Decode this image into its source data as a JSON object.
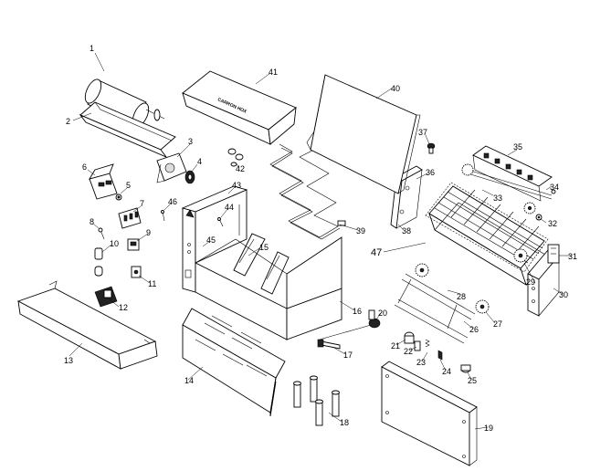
{
  "diagram": {
    "type": "exploded-parts-view",
    "part_numbers": [
      "1",
      "2",
      "3",
      "4",
      "5",
      "6",
      "7",
      "8",
      "9",
      "10",
      "11",
      "12",
      "13",
      "14",
      "15",
      "16",
      "17",
      "18",
      "19",
      "20",
      "21",
      "22",
      "23",
      "24",
      "25",
      "26",
      "27",
      "28",
      "29",
      "30",
      "31",
      "32",
      "33",
      "34",
      "35",
      "36",
      "37",
      "38",
      "39",
      "40",
      "41",
      "42",
      "43",
      "44",
      "45",
      "46",
      "47"
    ],
    "box_label": "CARRON HOX"
  }
}
